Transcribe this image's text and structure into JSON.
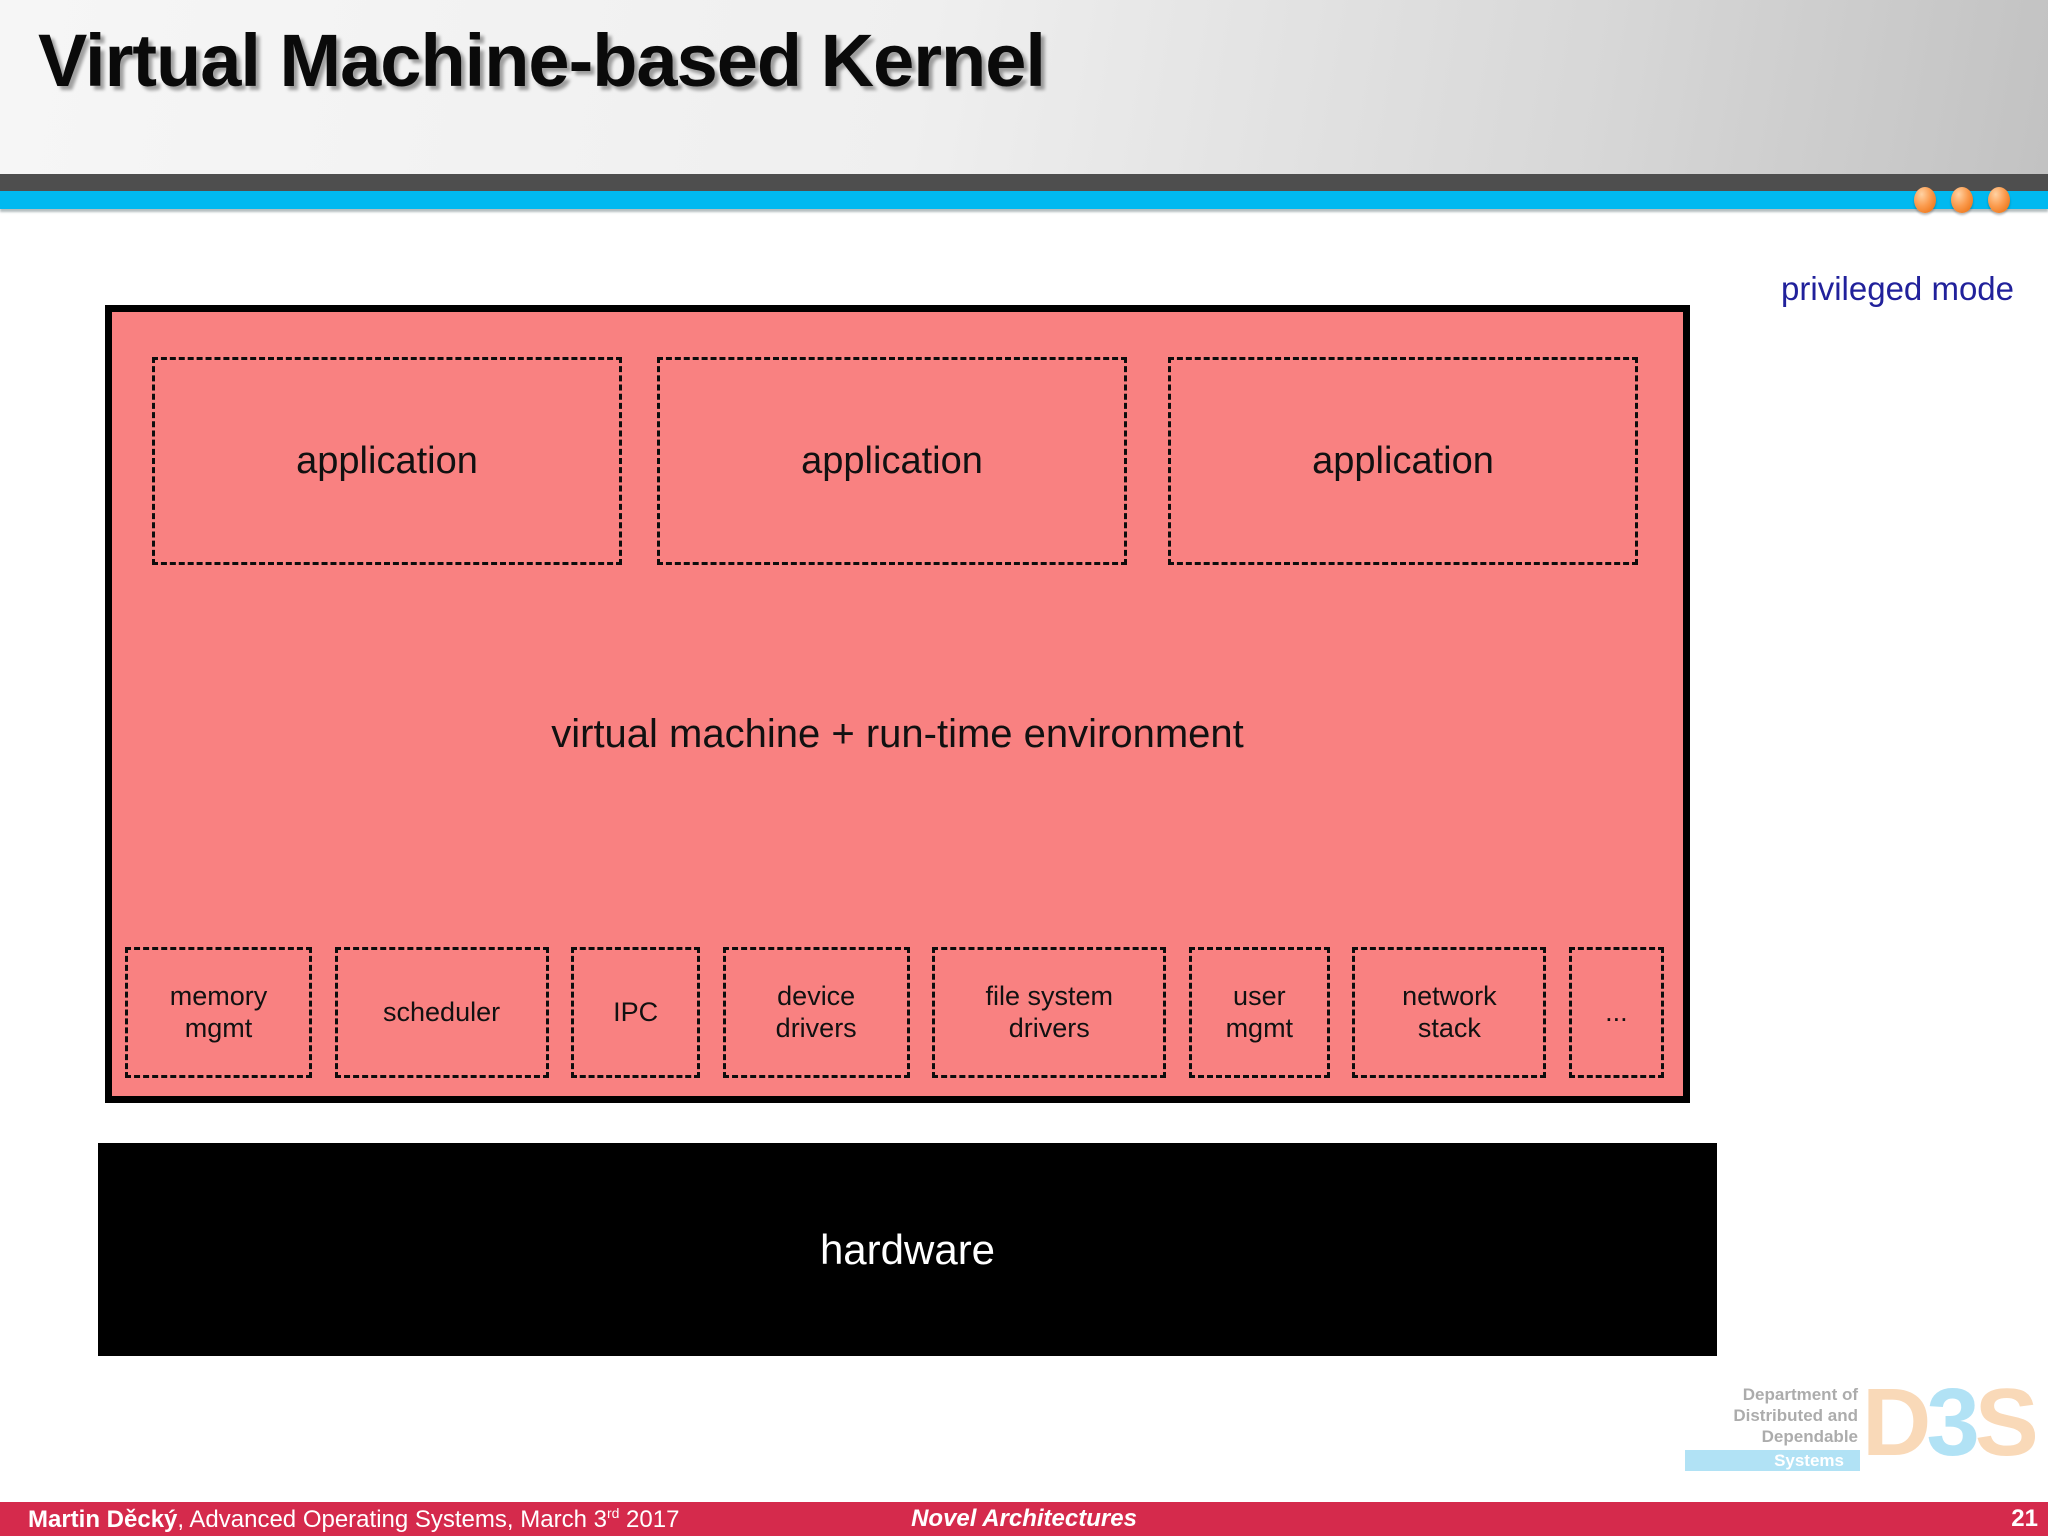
{
  "colors": {
    "salmon": "#f98181",
    "bar_dark": "#4e4e4e",
    "bar_cyan": "#00b9f0",
    "dot_orange": "#ef7c22",
    "privileged_text": "#21219b",
    "hardware_bg": "#000000",
    "footer_bg": "#d52a4c",
    "logo_gray": "#a6a6a6",
    "logo_blue": "#abe0f5",
    "logo_peach": "#f9d6b2"
  },
  "header": {
    "title": "Virtual Machine-based Kernel"
  },
  "annotations": {
    "privileged_mode": "privileged mode"
  },
  "diagram": {
    "applications": [
      "application",
      "application",
      "application"
    ],
    "vm_label": "virtual machine + run-time environment",
    "components": [
      "memory\nmgmt",
      "scheduler",
      "IPC",
      "device\ndrivers",
      "file system\ndrivers",
      "user\nmgmt",
      "network\nstack",
      "..."
    ],
    "hardware_label": "hardware"
  },
  "footer": {
    "author": "Martin Děcký",
    "course_and_date": ", Advanced Operating Systems, March 3",
    "date_ordinal": "rd",
    "date_year": " 2017",
    "lecture": "Novel Architectures",
    "page": "21"
  },
  "logo": {
    "lines": [
      "Department of",
      "Distributed and",
      "Dependable"
    ],
    "systems": "Systems",
    "letters": [
      "D",
      "3",
      "S"
    ]
  }
}
